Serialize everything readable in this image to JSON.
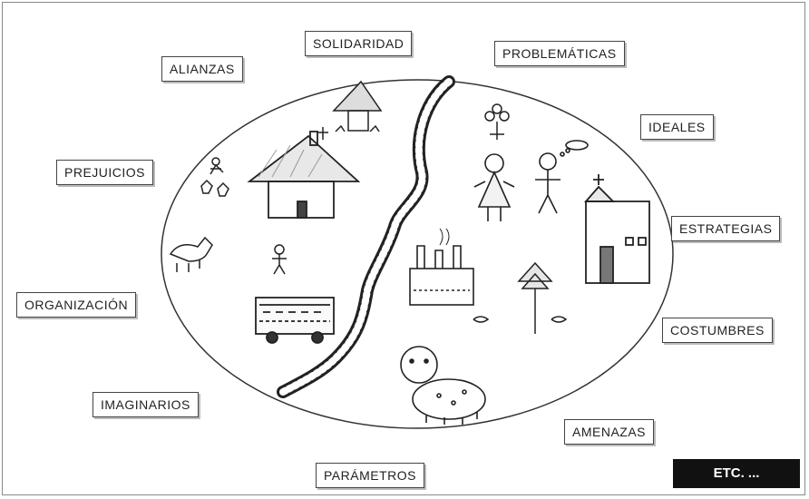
{
  "labels": {
    "solidaridad": "SOLIDARIDAD",
    "alianzas": "ALIANZAS",
    "problematicas": "PROBLEMÁTICAS",
    "ideales": "IDEALES",
    "prejuicios": "PREJUICIOS",
    "estrategias": "ESTRATEGIAS",
    "organizacion": "ORGANIZACIÓN",
    "costumbres": "COSTUMBRES",
    "imaginarios": "IMAGINARIOS",
    "amenazas": "AMENAZAS",
    "parametros": "PARÁMETROS",
    "etc": "ETC. ..."
  }
}
